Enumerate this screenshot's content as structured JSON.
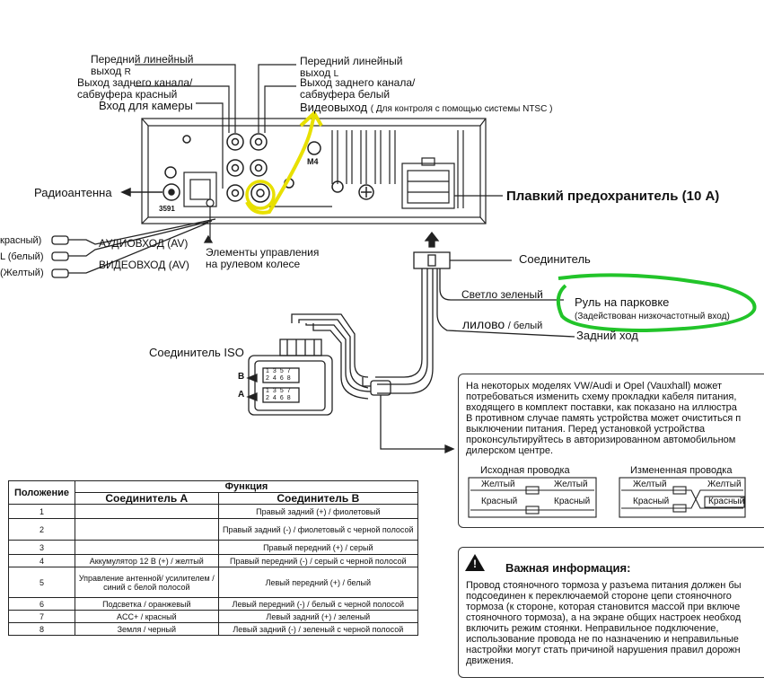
{
  "labels": {
    "front_line_out_r_1": "Передний линейный",
    "front_line_out_r_2": "выход",
    "front_line_out_r_3": "R",
    "rear_sub_red_1": "Выход заднего канала/",
    "rear_sub_red_2": "сабвуфера красный",
    "camera_in": "Вход для камеры",
    "front_line_out_l_1": "Передний линейный",
    "front_line_out_l_2": "выход",
    "front_line_out_l_3": "L",
    "rear_sub_white_1": "Выход заднего канала/",
    "rear_sub_white_2": "сабвуфера белый",
    "video_out": "Видеовыход",
    "video_out_note": "( Для контроля с помощью системы NTSC )",
    "antenna": "Радиоантенна",
    "fuse": "Плавкий предохранитель (10 А)",
    "audio_in_red": "красный)",
    "audio_in_white": "L (белый)",
    "audio_in_yellow": "(Желтый)",
    "audio_in": "АУДИОВХОД (AV)",
    "video_in": "ВИДЕОВХОД (AV)",
    "steering_1": "Элементы управления",
    "steering_2": "на рулевом колесе",
    "connector": "Соединитель",
    "light_green": "Светло зеленый",
    "parking_1": "Руль на парковке",
    "parking_2": "(Задействован низкочастотный вход)",
    "violet": "лилово",
    "violet_white": "/ белый",
    "reverse": "Задний ход",
    "iso": "Соединитель ISO",
    "iso_b": "B",
    "iso_a": "A",
    "model_3591": "3591",
    "m4": "M4"
  },
  "iso_pins": {
    "b_row1": [
      "1",
      "3",
      "5",
      "7"
    ],
    "b_row2": [
      "2",
      "4",
      "6",
      "8"
    ],
    "a_row1": [
      "1",
      "3",
      "5",
      "7"
    ],
    "a_row2": [
      "2",
      "4",
      "6",
      "8"
    ]
  },
  "note_vw": {
    "lines": [
      "На некоторых моделях VW/Audi и Opel (Vauxhall) может",
      "потребоваться изменить схему прокладки кабеля питания,",
      "входящего в комплект поставки, как показано на иллюстра",
      "В противном случае память устройства может очиститься п",
      "выключении питания. Перед установкой устройства",
      "проконсультируйтесь в авторизированном автомобильном",
      "дилерском центре."
    ],
    "original_wiring": "Исходная проводка",
    "modified_wiring": "Измененная проводка",
    "yellow": "Желтый",
    "red": "Красный"
  },
  "important": {
    "title": "Важная информация:",
    "lines": [
      "Провод стояночного тормоза у разъема питания должен бы",
      "подсоединен к переключаемой стороне цепи стояночного",
      "тормоза (к стороне, которая становится массой при включе",
      "стояночного тормоза), а на экране общих настроек необход",
      "включить режим стоянки. Неправильное подключение,",
      "использование провода не по назначению и неправильные",
      "настройки могут стать причиной нарушения правил дорожн",
      "движения."
    ]
  },
  "table": {
    "h_position": "Положение",
    "h_function": "Функция",
    "h_conn_a": "Соединитель А",
    "h_conn_b": "Соединитель В",
    "rows": [
      {
        "pos": "1",
        "a": "",
        "b": "Правый задний (+) / фиолетовый"
      },
      {
        "pos": "2",
        "a": "",
        "b": "Правый задний (-) / фиолетовый с черной полосой"
      },
      {
        "pos": "3",
        "a": "",
        "b": "Правый передний (+) / серый"
      },
      {
        "pos": "4",
        "a": "Аккумулятор 12 В (+) / желтый",
        "b": "Правый передний (-) / серый с черной полосой"
      },
      {
        "pos": "5",
        "a": "Управление антенной/ усилителем /синий с белой полосой",
        "b": "Левый передний (+) / белый"
      },
      {
        "pos": "6",
        "a": "Подсветка / оранжевый",
        "b": "Левый передний (-) / белый с черной полосой"
      },
      {
        "pos": "7",
        "a": "ACC+ / красный",
        "b": "Левый задний (+) / зеленый"
      },
      {
        "pos": "8",
        "a": "Земля / черный",
        "b": "Левый задний (-) / зеленый с черной полосой"
      }
    ]
  },
  "colors": {
    "highlight_yellow": "#e8e000",
    "highlight_green": "#22c42a",
    "line": "#222222"
  }
}
